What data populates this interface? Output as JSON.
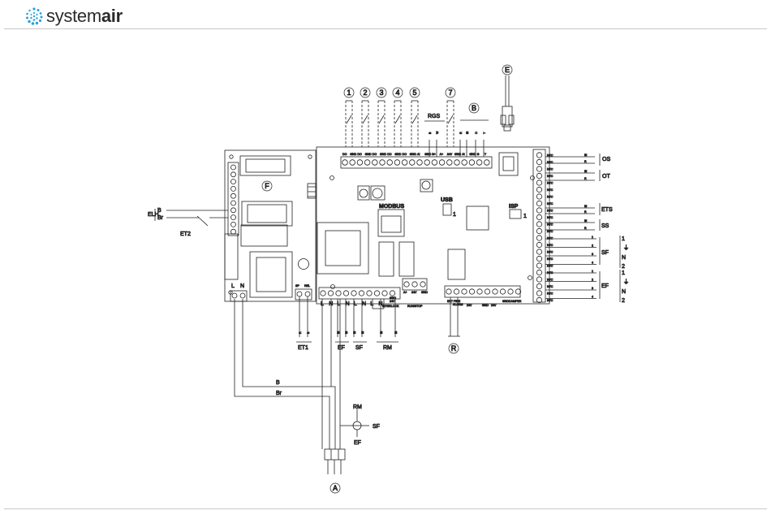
{
  "brand": {
    "name_light": "system",
    "name_bold": "air"
  },
  "callouts": {
    "one": "1",
    "two": "2",
    "three": "3",
    "four": "4",
    "five": "5",
    "seven": "7",
    "A": "A",
    "B": "B",
    "E": "E",
    "F": "F",
    "R": "R"
  },
  "board": {
    "modbus": "MODBUS",
    "usb": "USB",
    "isp": "ISP",
    "usb_pin": "1",
    "isp_pin": "1",
    "top_terminals": [
      "DO",
      "GND",
      "DO",
      "GND",
      "DO",
      "GND",
      "DO",
      "GND",
      "DO",
      "GND",
      "AI",
      "GND",
      "B+",
      "A+",
      "24V",
      "GND",
      "AI",
      "GND",
      "G",
      "Y"
    ],
    "right_pins": [
      "NTC",
      "NTC",
      "NTC",
      "NTC",
      "NTC",
      "NTC",
      "NTC",
      "NTC",
      "NTC",
      "NTC",
      "NTC",
      "NTC",
      "NTC",
      "NTC",
      "NTC",
      "NTC",
      "NTC",
      "NTC",
      "NTC",
      "NTC",
      "NTC",
      "NTC"
    ],
    "bottom_mid_labels": [
      "INTERLOCK",
      "RUN/STOP"
    ],
    "bottom_right_labels": [
      "EXT FIRE",
      "24V",
      "GND",
      "DAMPER"
    ],
    "bottom_right_block": "ALARM",
    "panel_bottom_left": [
      "L",
      "N"
    ],
    "mains_terminals": [
      "L",
      "N",
      "L",
      "N",
      "L",
      "N",
      "L",
      "N"
    ]
  },
  "labels": {
    "rgs": "RGS",
    "top_wire_marks": [
      "B",
      "W",
      "R",
      "Bl",
      "O",
      "Y"
    ],
    "elh": "ELH",
    "elh_b": "B",
    "elh_br": "Br",
    "et2": "ET2",
    "et1_pins": [
      "SP",
      "REL"
    ],
    "et1_wires": [
      "R",
      "B"
    ],
    "et1": "ET1",
    "bottom_wire_marks": [
      "Bl",
      "Bl",
      "Bl",
      "Bl",
      "Bl",
      "Bl"
    ],
    "ef": "EF",
    "sf": "SF",
    "rm": "RM",
    "cable_b": "B",
    "cable_br": "Br",
    "motor_rm": "RM",
    "motor_sf": "SF",
    "motor_ef": "EF"
  },
  "right_groups": {
    "wire_colors": [
      "Bl",
      "R",
      "Bl",
      "R",
      "Bl",
      "R",
      "Bl",
      "R"
    ],
    "os": "OS",
    "ot": "OT",
    "ets": "ETS",
    "ss": "SS",
    "sf": "SF",
    "ef": "EF",
    "numbers": [
      "1",
      "2",
      "3",
      "4"
    ],
    "motor_pins": [
      "1",
      "N",
      "2"
    ],
    "ground": "⏚"
  }
}
